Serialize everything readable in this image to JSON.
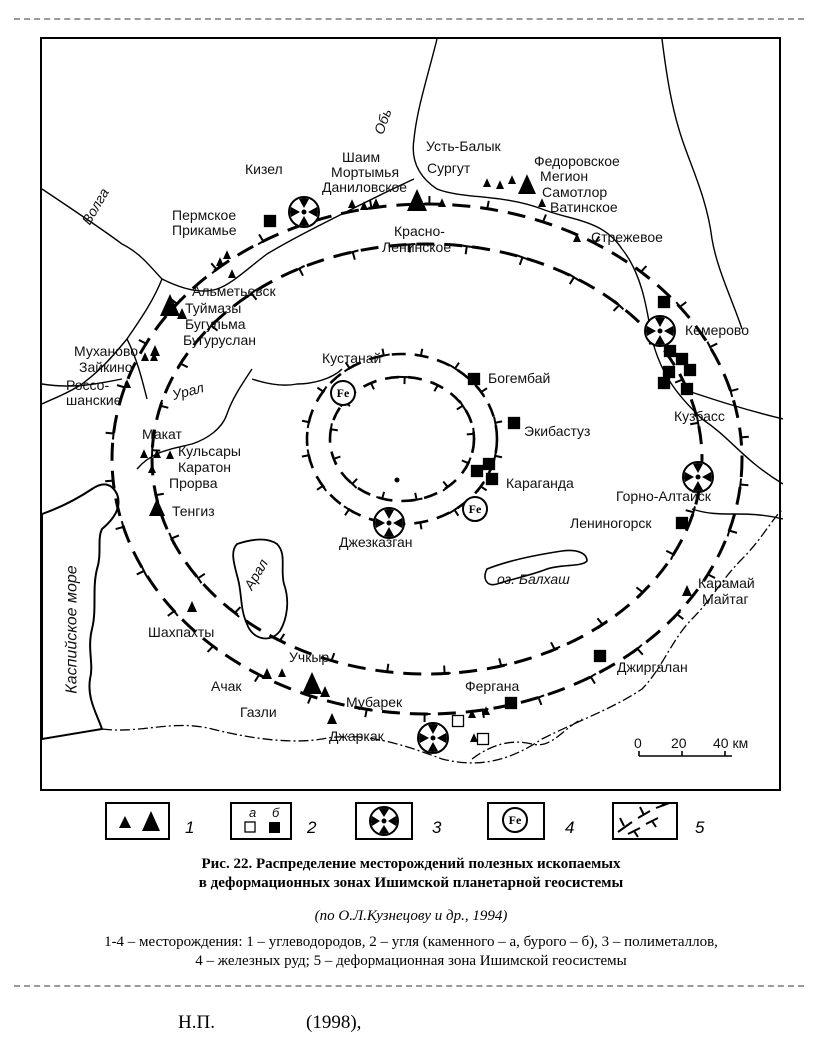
{
  "map": {
    "scale_bar": {
      "ticks": [
        "0",
        "20",
        "40 км"
      ]
    },
    "rivers": {
      "ob": "Обь",
      "volga": "Волга",
      "ural": "Урал"
    },
    "water_bodies": {
      "caspian": "Каспийское море",
      "aral": "Арал",
      "balkhash": "оз. Балхаш"
    },
    "labels": {
      "kizel": "Кизел",
      "shaim": "Шаим",
      "mortymya": "Мортымья",
      "danilovskoe": "Даниловское",
      "ust_balyk": "Усть-Балык",
      "surgut": "Сургут",
      "fedorovskoe": "Федоровское",
      "megion": "Мегион",
      "samotlor": "Самотлор",
      "vatinskoe": "Ватинское",
      "krasno_1": "Красно-",
      "krasno_2": "Ленинское",
      "permskoe": "Пермское",
      "prikamye": "Прикамье",
      "strezhevoe": "Стрежевое",
      "almetyevsk": "Альметьевск",
      "tuimazy": "Туймазы",
      "bugulma": "Бугульма",
      "buguruslan": "Бугуруслан",
      "kemerovo": "Кемерово",
      "mukhanovo": "Муханово",
      "zaikino": "Зайкино",
      "rossosh_1": "Россо-",
      "rossosh_2": "шанские",
      "kustanai": "Кустанай",
      "bogembai": "Богембай",
      "ekibastuz": "Экибастуз",
      "kuzbass": "Кузбасс",
      "makat": "Макат",
      "kulsary": "Кульсары",
      "karaton": "Каратон",
      "prorva": "Прорва",
      "karaganda": "Караганда",
      "gorno_altaisk": "Горно-Алтайск",
      "tengiz": "Тенгиз",
      "dzhezkazgan": "Джезказган",
      "leninogorsk": "Лениногорск",
      "karamai": "Карамай",
      "maitag": "Майтаг",
      "shakhpakhty": "Шахпахты",
      "dzhirgalan": "Джиргалан",
      "uchkyr": "Учкыр",
      "achak": "Ачак",
      "fergana": "Фергана",
      "mubarek": "Мубарек",
      "gazli": "Газли",
      "dzharkak": "Джаркак",
      "fe": "Fe"
    }
  },
  "legend": {
    "items": [
      {
        "num": "1"
      },
      {
        "num": "2",
        "a": "а",
        "b": "б"
      },
      {
        "num": "3"
      },
      {
        "num": "4",
        "symbol_text": "Fe"
      },
      {
        "num": "5"
      }
    ]
  },
  "caption": {
    "title_line1": "Рис. 22. Распределение месторождений полезных ископаемых",
    "title_line2": "в деформационных зонах Ишимской планетарной геосистемы",
    "source": "(по О.Л.Кузнецову и др., 1994)",
    "legend_line1": "1-4 – месторождения: 1 – углеводородов, 2 – угля (каменного – а, бурого – б), 3 – полиметаллов,",
    "legend_line2": "4 – железных руд; 5 – деформационная зона Ишимской геосистемы"
  },
  "footer": {
    "author": "Н.П.",
    "year": "(1998),"
  },
  "colors": {
    "ink": "#000000",
    "paper": "#ffffff",
    "scan_edge": "#9a9a9a"
  },
  "icons": [
    "small-triangle-icon",
    "large-triangle-icon",
    "coal-square-icon",
    "polymetal-wheel-icon",
    "iron-ore-circle-icon",
    "deformation-zone-icon"
  ]
}
